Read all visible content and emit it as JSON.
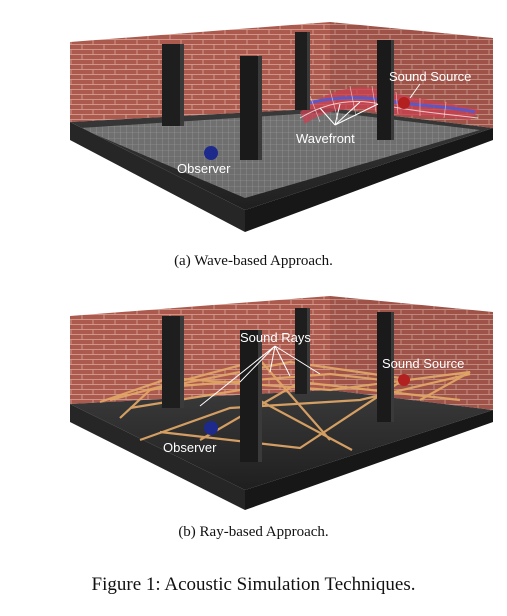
{
  "panel_a": {
    "caption": "(a)  Wave-based Approach.",
    "labels": {
      "sound_source": "Sound Source",
      "wavefront": "Wavefront",
      "observer": "Observer"
    }
  },
  "panel_b": {
    "caption": "(b)  Ray-based Approach.",
    "labels": {
      "sound_rays": "Sound Rays",
      "sound_source": "Sound Source",
      "observer": "Observer"
    }
  },
  "figure_caption": "Figure 1: Acoustic Simulation Techniques.",
  "colors": {
    "brick": "#a9574d",
    "floor": "#2e2e2e",
    "pillar": "#1c1c1c",
    "ray": "#e2a868",
    "wave_red": "#c94050",
    "wave_blue": "#4a5bd8"
  }
}
